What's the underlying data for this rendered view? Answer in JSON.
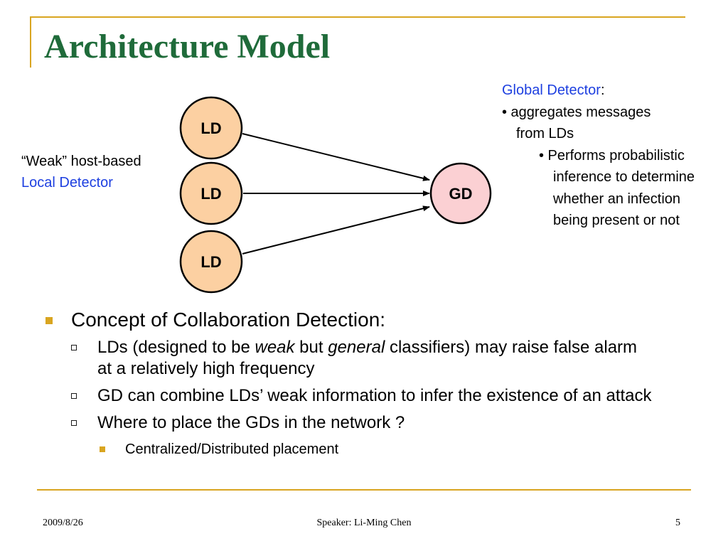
{
  "slide": {
    "title": "Architecture Model",
    "diagram": {
      "ld_label": "LD",
      "gd_label": "GD",
      "ld_fill": "#fcd0a2",
      "gd_fill": "#fbd0d3"
    },
    "weak_label": {
      "line1": "“Weak” host-based",
      "line2": "Local Detector"
    },
    "gd_notes": {
      "heading": "Global Detector",
      "colon": ":",
      "line1": "• aggregates messages",
      "line2": "from LDs",
      "line3": "• Performs probabilistic",
      "line4": "inference to determine",
      "line5": "whether an infection",
      "line6": "being present or not"
    },
    "bullets": {
      "main": "Concept of Collaboration Detection:",
      "sub1": {
        "part1": "LDs (designed to be ",
        "weak": "weak",
        "part2": " but ",
        "general": "general",
        "part3": " classifiers) may raise false alarm at a relatively high frequency"
      },
      "sub2": "GD can combine LDs’ weak information to infer the existence of an attack",
      "sub3": "Where to place the GDs in the network ?",
      "sub3_child": "Centralized/Distributed placement"
    },
    "footer": {
      "date": "2009/8/26",
      "speaker": "Speaker: Li-Ming Chen",
      "page": "5"
    },
    "colors": {
      "title": "#1f6b3a",
      "accent": "#d9a520",
      "highlight_text": "#1d3fe0"
    }
  }
}
